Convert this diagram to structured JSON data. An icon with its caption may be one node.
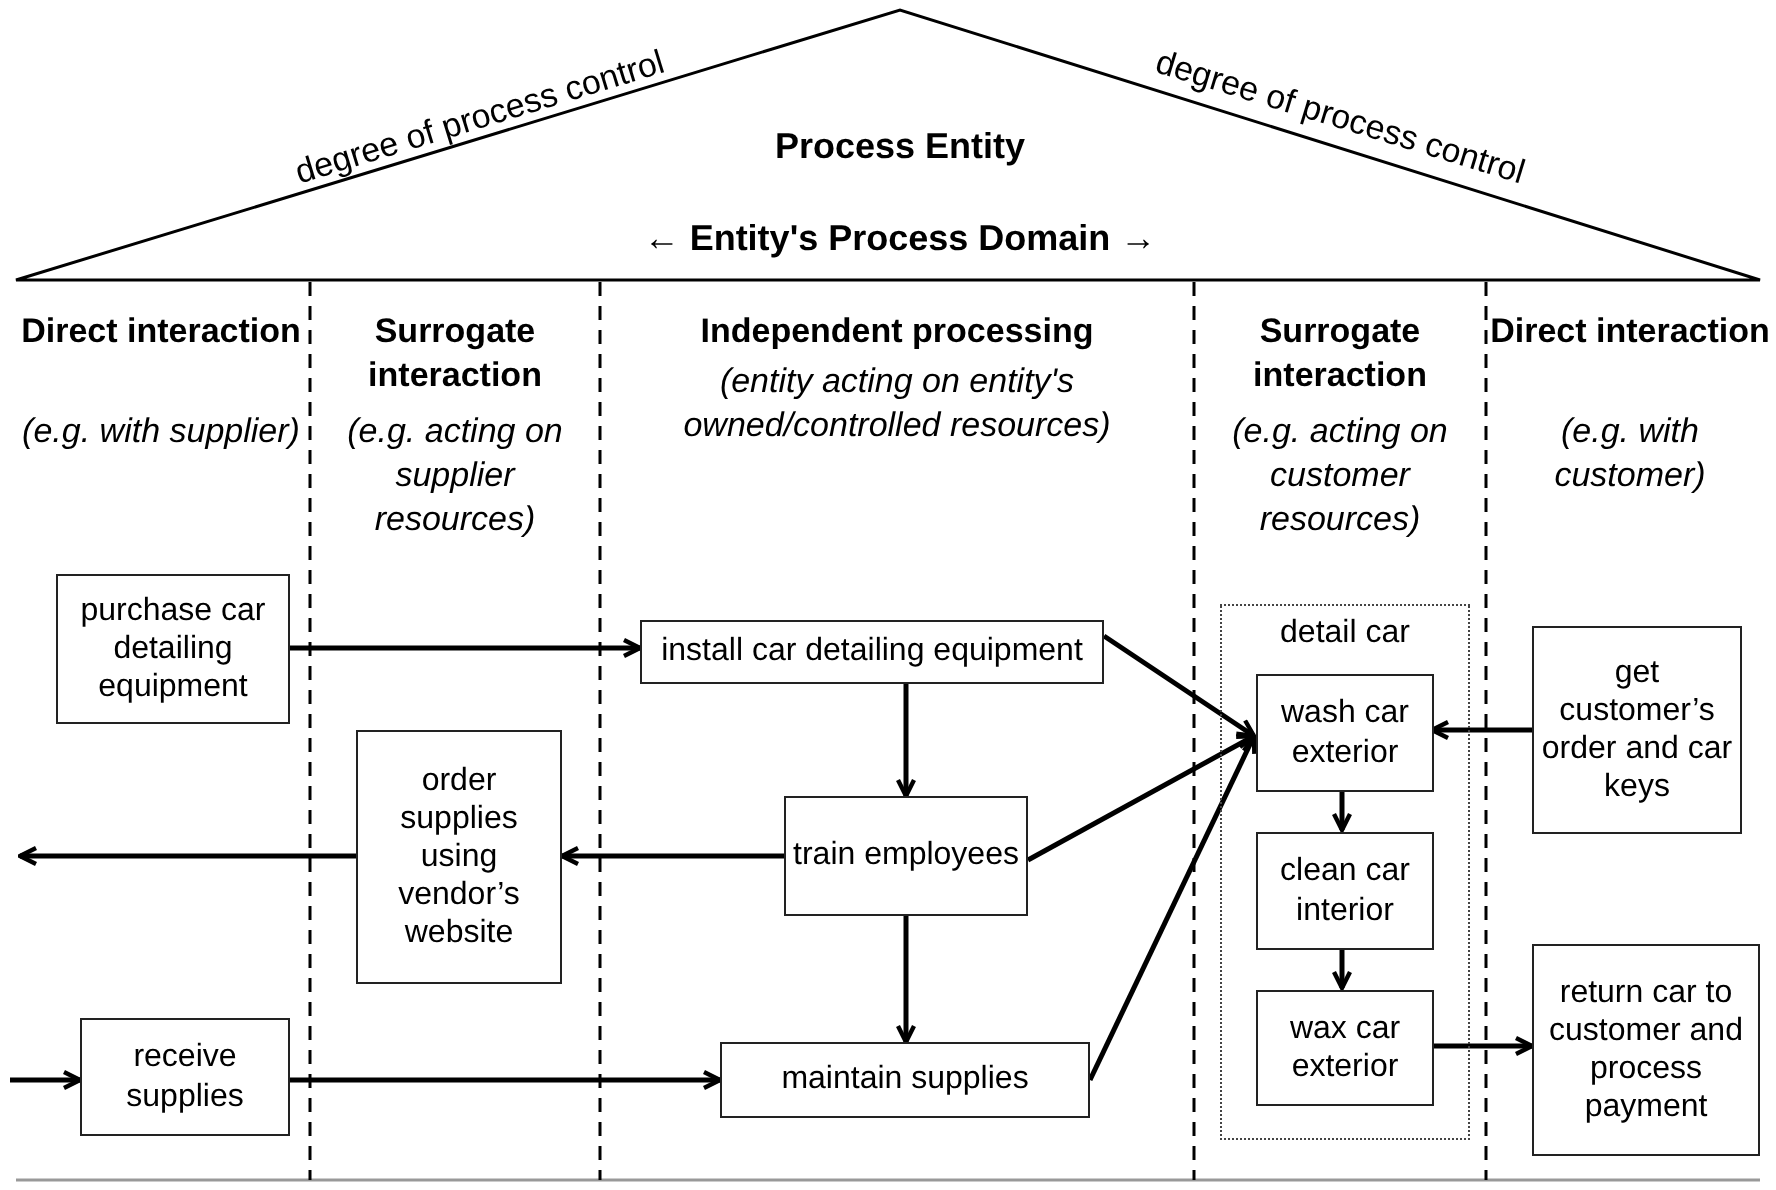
{
  "diagram": {
    "nodes": [
      {
        "text": [
          "purchase car detailing equipment"
        ]
      },
      {
        "text": [
          "install car detailing equipment"
        ]
      },
      {
        "text": [
          "order supplies using vendor’s website"
        ]
      },
      {
        "text": [
          "train employees"
        ]
      },
      {
        "text": [
          "receive supplies"
        ]
      },
      {
        "text": [
          "maintain supplies"
        ]
      },
      {
        "text": [
          "detail car"
        ]
      },
      {
        "text": [
          "wash car exterior"
        ],
        "in": 6
      },
      {
        "text": [
          "clean car interior"
        ],
        "in": 6
      },
      {
        "text": [
          "wax car exterior"
        ],
        "in": 6
      },
      {
        "text": [
          "get customer’s order and car keys"
        ]
      },
      {
        "text": [
          "return car to customer and process payment"
        ]
      }
    ],
    "edges": [
      {
        "from": 0,
        "to": 1,
        "arrow": "to"
      },
      {
        "from": 1,
        "to": 3,
        "arrow": "to"
      },
      {
        "from": 3,
        "to": 5,
        "arrow": "to"
      },
      {
        "from": 3,
        "to": 2,
        "arrow": "to"
      },
      {
        "from": 2,
        "to": null,
        "arrow": "to"
      },
      {
        "from": null,
        "to": 4,
        "arrow": "to"
      },
      {
        "from": 4,
        "to": 5,
        "arrow": "to"
      },
      {
        "from": 1,
        "to": 7,
        "arrow": "to"
      },
      {
        "from": 3,
        "to": 7,
        "arrow": "to"
      },
      {
        "from": 5,
        "to": 7,
        "arrow": "to"
      },
      {
        "from": 10,
        "to": 7,
        "arrow": "to"
      },
      {
        "from": 7,
        "to": 8,
        "arrow": "to"
      },
      {
        "from": 8,
        "to": 9,
        "arrow": "to"
      },
      {
        "from": 9,
        "to": 11,
        "arrow": "to"
      }
    ],
    "labels": [
      "degree of process control",
      "degree of process control",
      "Process Entity",
      "← Entity's Process Domain →",
      "Direct interaction",
      "(e.g. with supplier)",
      "Surrogate interaction",
      "(e.g. acting on supplier resources)",
      "Independent processing",
      "(entity acting on entity's owned/controlled resources)",
      "Surrogate interaction",
      "(e.g. acting on customer resources)",
      "Direct interaction",
      "(e.g. with customer)"
    ]
  }
}
